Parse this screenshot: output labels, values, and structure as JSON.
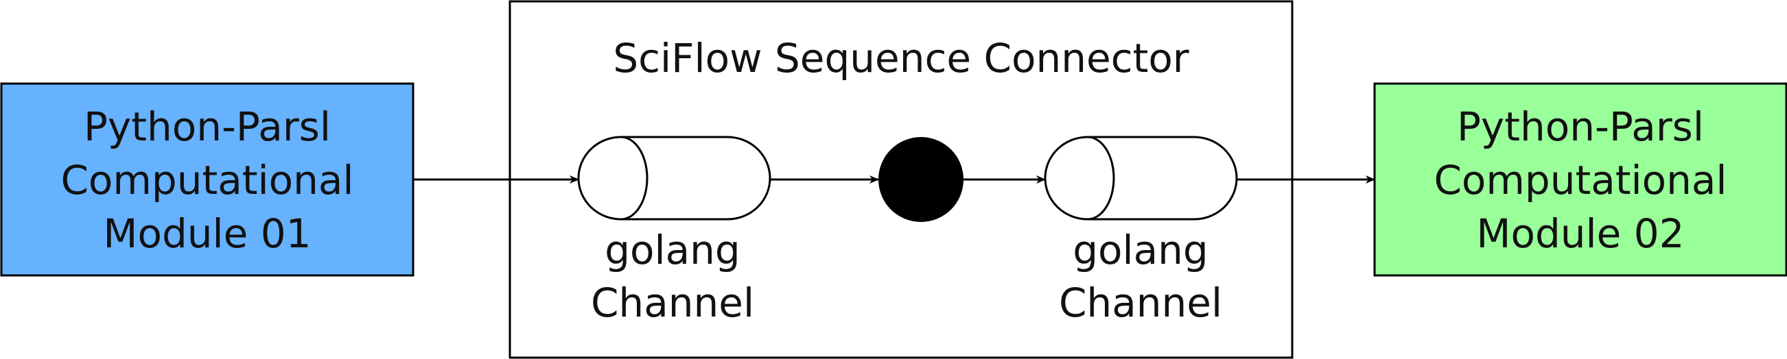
{
  "diagram": {
    "connector_title": "SciFlow Sequence Connector",
    "module_left": {
      "line1": "Python-Parsl",
      "line2": "Computational",
      "line3": "Module 01"
    },
    "module_right": {
      "line1": "Python-Parsl",
      "line2": "Computational",
      "line3": "Module 02"
    },
    "channel_left": {
      "line1": "golang",
      "line2": "Channel"
    },
    "channel_right": {
      "line1": "golang",
      "line2": "Channel"
    }
  },
  "colors": {
    "module_left_fill": "#66b2ff",
    "module_right_fill": "#99ff99",
    "stroke": "#000000",
    "node_fill": "#000000"
  }
}
